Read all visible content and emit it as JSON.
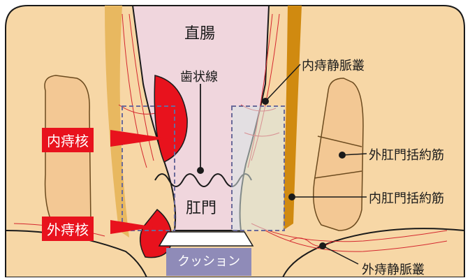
{
  "labels": {
    "rectum": "直腸",
    "dentate_line": "歯状線",
    "anus": "肛門",
    "internal_hemorrhoid": "内痔核",
    "external_hemorrhoid": "外痔核",
    "cushion": "クッション",
    "internal_hemorrhoidal_plexus": "内痔静脈叢",
    "external_sphincter": "外肛門括約筋",
    "internal_sphincter": "内肛門括約筋",
    "external_hemorrhoidal_plexus": "外痔静脈叢"
  },
  "colors": {
    "tissue": "#f7d7a6",
    "muscle_outer": "#f3c894",
    "muscle_inner": "#d08a10",
    "canal": "#f0d6dd",
    "hemorrhoid": "#e8121d",
    "vein": "#d4262e",
    "cushion_box": "#8f8bb8",
    "dashed_box": "#6a6a9a"
  }
}
